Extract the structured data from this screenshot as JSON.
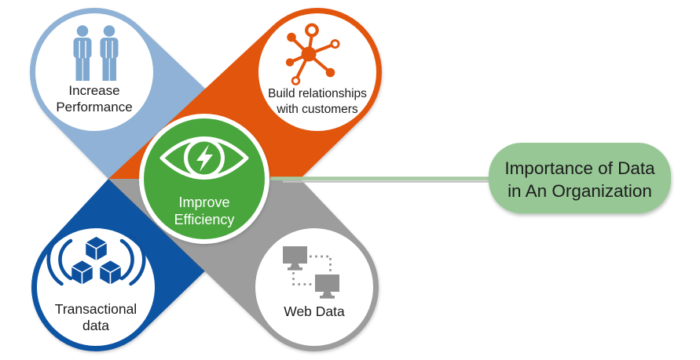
{
  "diagram": {
    "callout": {
      "lines": [
        "Importance of Data",
        "in An Organization"
      ],
      "bg": "#96c795",
      "text_color": "#1c1c1c"
    },
    "connector": {
      "color": "#a6c9a2",
      "shadow_color": "#c2c2c2"
    },
    "center": {
      "id": "improve-efficiency",
      "lines": [
        "Improve",
        "Efficiency"
      ],
      "color": "#4aa63c",
      "text_color": "#ffffff",
      "icon": "eye-lightning-icon"
    },
    "nodes": [
      {
        "id": "increase-performance",
        "lines": [
          "Increase",
          "Performance"
        ],
        "color": "#8fb2d6",
        "icon_color": "#7fa8d0",
        "icon": "people-icon"
      },
      {
        "id": "build-relationships",
        "lines": [
          "Build relationships",
          "with customers"
        ],
        "color": "#e2540a",
        "icon_color": "#e2540a",
        "icon": "network-nodes-icon"
      },
      {
        "id": "transactional-data",
        "lines": [
          "Transactional",
          "data"
        ],
        "color": "#1155a3",
        "icon_color": "#11519e",
        "icon": "cubes-broadcast-icon"
      },
      {
        "id": "web-data",
        "lines": [
          "Web Data"
        ],
        "color": "#9d9d9d",
        "icon_color": "#919191",
        "icon": "networked-computers-icon"
      }
    ],
    "text_color": "#1a1a1a"
  }
}
